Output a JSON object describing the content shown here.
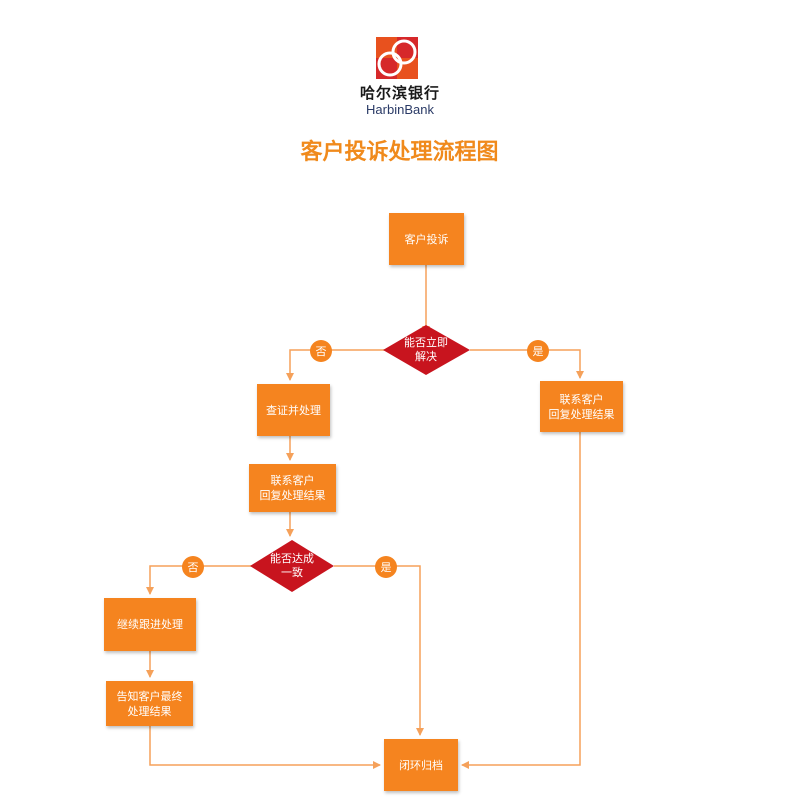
{
  "logo": {
    "cn": "哈尔滨银行",
    "en": "HarbinBank"
  },
  "title": "客户投诉处理流程图",
  "nodes": {
    "complaint": "客户投诉",
    "decision_immediate": "能否立即\n解决",
    "verify": "查证并处理",
    "contact_left": "联系客户\n回复处理结果",
    "contact_right": "联系客户\n回复处理结果",
    "decision_agree": "能否达成\n一致",
    "follow_up": "继续跟进处理",
    "inform_final": "告知客户最终\n处理结果",
    "close": "闭环归档"
  },
  "badges": {
    "no_1": "否",
    "yes_1": "是",
    "no_2": "否",
    "yes_2": "是"
  },
  "colors": {
    "accent": "#f5841f",
    "decision": "#c8141e",
    "arrow": "#f5a15a",
    "title": "#f08a1c"
  }
}
